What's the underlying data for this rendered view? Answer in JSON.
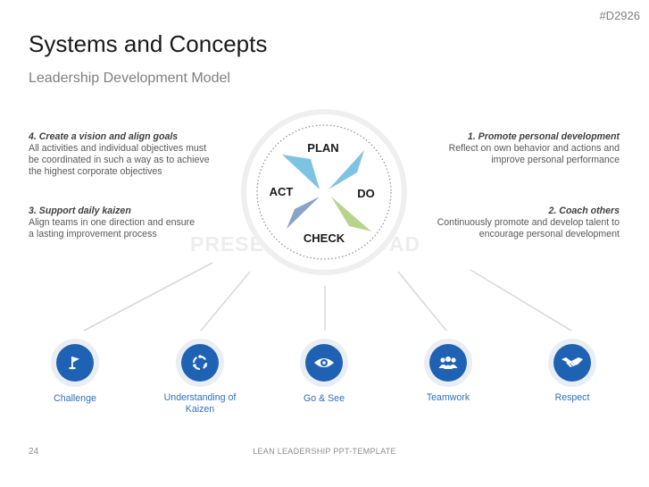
{
  "slide_id": "#D2926",
  "title": "Systems and Concepts",
  "subtitle": "Leadership Development Model",
  "watermark": "PRESENTATIONLOAD",
  "cycle": {
    "plan": "PLAN",
    "do": "DO",
    "check": "CHECK",
    "act": "ACT"
  },
  "blocks": {
    "promote": {
      "heading": "1. Promote personal development",
      "line1": "Reflect on own behavior and actions and",
      "line2": "improve personal performance"
    },
    "coach": {
      "heading": "2. Coach others",
      "line1": "Continuously promote and develop talent to",
      "line2": "encourage personal development"
    },
    "kaizen": {
      "heading": "3. Support daily kaizen",
      "line1": "Align teams in one direction and ensure",
      "line2": "a lasting improvement process"
    },
    "vision": {
      "heading": "4. Create a vision and align goals",
      "line1": "All activities and individual objectives must",
      "line2": "be coordinated in such a way as to achieve",
      "line3": "the highest corporate objectives"
    }
  },
  "principles": [
    {
      "label_line1": "Challenge",
      "label_line2": "",
      "icon": "flag-icon"
    },
    {
      "label_line1": "Understanding of",
      "label_line2": "Kaizen",
      "icon": "cycle-icon"
    },
    {
      "label_line1": "Go & See",
      "label_line2": "",
      "icon": "eye-icon"
    },
    {
      "label_line1": "Teamwork",
      "label_line2": "",
      "icon": "team-icon"
    },
    {
      "label_line1": "Respect",
      "label_line2": "",
      "icon": "handshake-icon"
    }
  ],
  "colors": {
    "accent": "#1f62b4",
    "plan_do": "#7fc3e3",
    "check": "#b7d48f",
    "act": "#8aa3c9"
  },
  "footer": {
    "page": "24",
    "title": "LEAN LEADERSHIP PPT-TEMPLATE"
  }
}
